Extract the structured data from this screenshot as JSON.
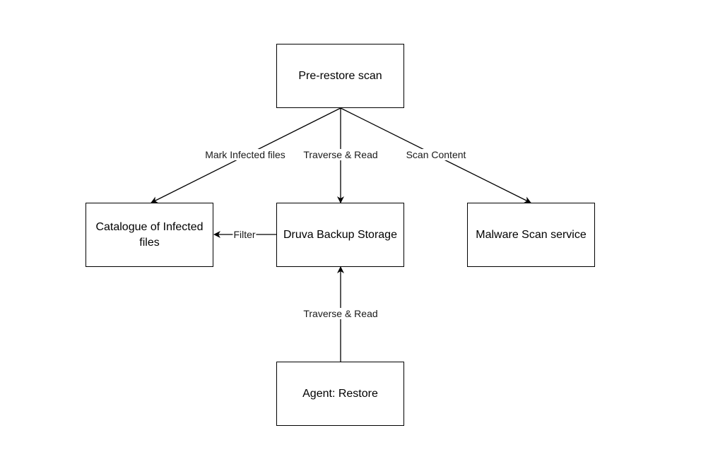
{
  "nodes": {
    "prescan": "Pre-restore scan",
    "catalog": "Catalogue of Infected files",
    "storage": "Druva Backup Storage",
    "malware": "Malware Scan service",
    "agent": "Agent: Restore"
  },
  "edges": {
    "mark_infected": "Mark Infected files",
    "traverse_read_top": "Traverse & Read",
    "scan_content": "Scan Content",
    "filter": "Filter",
    "traverse_read_bottom": "Traverse & Read"
  },
  "colors": {
    "stroke": "#000000",
    "background": "#ffffff"
  }
}
